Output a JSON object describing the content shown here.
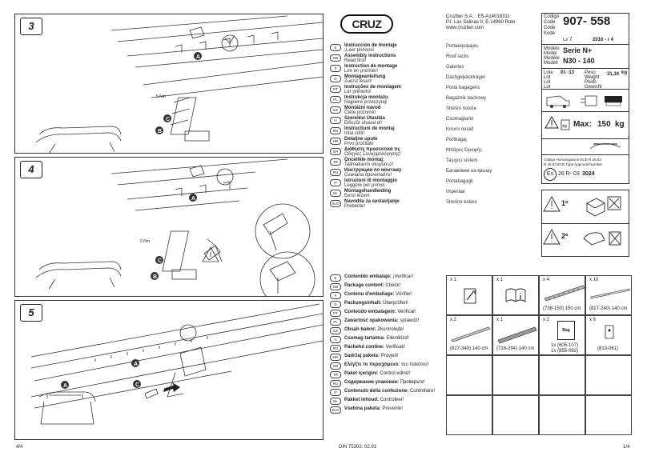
{
  "left_page": {
    "steps": [
      {
        "number": "3",
        "marks": [
          "A",
          "C",
          "B"
        ],
        "note": "5 Nm"
      },
      {
        "number": "4",
        "marks": [
          "A",
          "C",
          "B"
        ],
        "note": "5 Nm"
      },
      {
        "number": "5",
        "marks": [
          "A",
          "C",
          "A"
        ],
        "note": ""
      }
    ],
    "page_number": "4/4"
  },
  "header": {
    "company": "Cruzber S.A. . ES-A14018311",
    "address": "P.I. Las Salinas II, E-14960 Rute",
    "website": "www.cruzber.com",
    "logo_text": "CRUZ"
  },
  "code_block": {
    "labels": [
      "Código",
      "Code",
      "Code",
      "Kode"
    ],
    "code": "907- 558",
    "lv_label": "Lv 7",
    "date": "2016 - r 4"
  },
  "model_block": {
    "labels": [
      "Modelo",
      "Model",
      "Modèle",
      "Modell"
    ],
    "series": "Serie N+",
    "model": "N30 - 140"
  },
  "lot_block": {
    "labels": [
      "Lote",
      "Lot",
      "Lot",
      "Lot"
    ],
    "lot_value": "01 -13",
    "weight_labels": [
      "Peso",
      "Weight",
      "Poids",
      "Gewicht"
    ],
    "weight_value": "31,34",
    "weight_unit": "kg"
  },
  "max_block": {
    "label": "Max:",
    "value": "150",
    "unit": "kg"
  },
  "homologation": {
    "lines": [
      "Código Homologación ECE R 26.03",
      "R 26.03 ECE Type Approval Number"
    ],
    "code": "26 R- 03",
    "number": "3024",
    "badge": "Es"
  },
  "warnings": [
    {
      "label": "1º"
    },
    {
      "label": "2º"
    }
  ],
  "languages": [
    {
      "code": "E",
      "instr": "Instrucción de montaje",
      "sub": "¡Leer primero!",
      "product": "Portaequipajes"
    },
    {
      "code": "GB",
      "instr": "Assembly instructions",
      "sub": "Read first!",
      "product": "Roof racks"
    },
    {
      "code": "F",
      "instr": "Instruction de montage",
      "sub": "Lire en premier!",
      "product": "Galeries"
    },
    {
      "code": "D",
      "instr": "Montageanleitung",
      "sub": "Zuerst lesen!",
      "product": "Dachgepäckträger"
    },
    {
      "code": "PT",
      "instr": "Instruções de montagem",
      "sub": "Ler primeiro!",
      "product": "Porta bagagens"
    },
    {
      "code": "PL",
      "instr": "Instrukcja montażu",
      "sub": "Najpierw przeczytaj!",
      "product": "Bagażnik dachowy"
    },
    {
      "code": "CZ",
      "instr": "Montážní návod",
      "sub": "Čtěte pozorně!",
      "product": "Strešní nosiče"
    },
    {
      "code": "H",
      "instr": "Szerelési Utasítás",
      "sub": "Először olvasd el!",
      "product": "Csomagtartó"
    },
    {
      "code": "RO",
      "instr": "Instructiuni de montaj",
      "sub": "Intai cititi!",
      "product": "Krovni nosač"
    },
    {
      "code": "HR",
      "instr": "Detaljne upute",
      "sub": "Prvo pročitati!",
      "product": "Portbagaj"
    },
    {
      "code": "GR",
      "instr": "Διάθεστε προσεκτικά τις",
      "sub": "Οδηγίες Συναρμολόγησης!",
      "product": "Μπάρες Οροφής"
    },
    {
      "code": "TR",
      "instr": "Öncelikle montaj:",
      "sub": "Talimatlarını okuyunuz!",
      "product": "Taşıyıcı sistem"
    },
    {
      "code": "RU",
      "instr": "Инструкции по монтажу",
      "sub": "Сначала прочитайте!",
      "product": "Багажники на крышу"
    },
    {
      "code": "IT",
      "instr": "Istruzioni di montaggio",
      "sub": "Leggere per primo!",
      "product": "Portabagagli"
    },
    {
      "code": "NL",
      "instr": "Montagehandleiding",
      "sub": "Eerst lezen!",
      "product": "Imperaal"
    },
    {
      "code": "SLO",
      "instr": "Navodila za sestavljanje",
      "sub": "Preberite!",
      "product": "Strešne kolare"
    }
  ],
  "package_check": [
    {
      "code": "E",
      "label": "Contenido embalaje:",
      "action": "¡Verificar!"
    },
    {
      "code": "GB",
      "label": "Package content:",
      "action": "Check!"
    },
    {
      "code": "F",
      "label": "Contenu d'emballage:",
      "action": "Vérifier!"
    },
    {
      "code": "D",
      "label": "Packungsinhalt:",
      "action": "Überprüfen!"
    },
    {
      "code": "PT",
      "label": "Conteúdo embalagem:",
      "action": "Verificar!"
    },
    {
      "code": "PL",
      "label": "Zawartość opakowania:",
      "action": "sprawdź!"
    },
    {
      "code": "CZ",
      "label": "Obsah balení:",
      "action": "Zkontrolujte!"
    },
    {
      "code": "H",
      "label": "Csomag tartalma:",
      "action": "Ellenőrizd!"
    },
    {
      "code": "RO",
      "label": "Pachetul contine:",
      "action": "Verificati!"
    },
    {
      "code": "HR",
      "label": "Sadržaj paketa:",
      "action": "Provjeri!"
    },
    {
      "code": "GR",
      "label": "Ελέγξτε το περιεχόμενο:",
      "action": "του πακέτου!"
    },
    {
      "code": "TR",
      "label": "Paket içerigini:",
      "action": "Control ediniz!"
    },
    {
      "code": "RU",
      "label": "Содержание упаковки:",
      "action": "Проверьте!"
    },
    {
      "code": "IT",
      "label": "Contenuto della confezione:",
      "action": "Controllare!"
    },
    {
      "code": "NL",
      "label": "Pakket inhoud:",
      "action": "Controleer!"
    },
    {
      "code": "SLO",
      "label": "Vsebina paketa:",
      "action": "Preverite!"
    }
  ],
  "parts": [
    {
      "qty": "x 1",
      "caption": ""
    },
    {
      "qty": "x 1",
      "caption": ""
    },
    {
      "qty": "x 4",
      "caption": "(738-150) 150 cm"
    },
    {
      "qty": "x 10",
      "caption": "(827-240) 140 cm"
    },
    {
      "qty": "x 2",
      "caption": "(827-340) 140 cm"
    },
    {
      "qty": "x 1",
      "caption": "(716-294) 140 cm"
    },
    {
      "qty": "x 2",
      "caption": "1x (605-107)",
      "caption2": "1x (855-082)",
      "bag_label": "Bag"
    },
    {
      "qty": "x 6",
      "caption": "(813-061)"
    }
  ],
  "footer": {
    "din": "DIN 75302: 02.91",
    "right_page": "1/4"
  }
}
